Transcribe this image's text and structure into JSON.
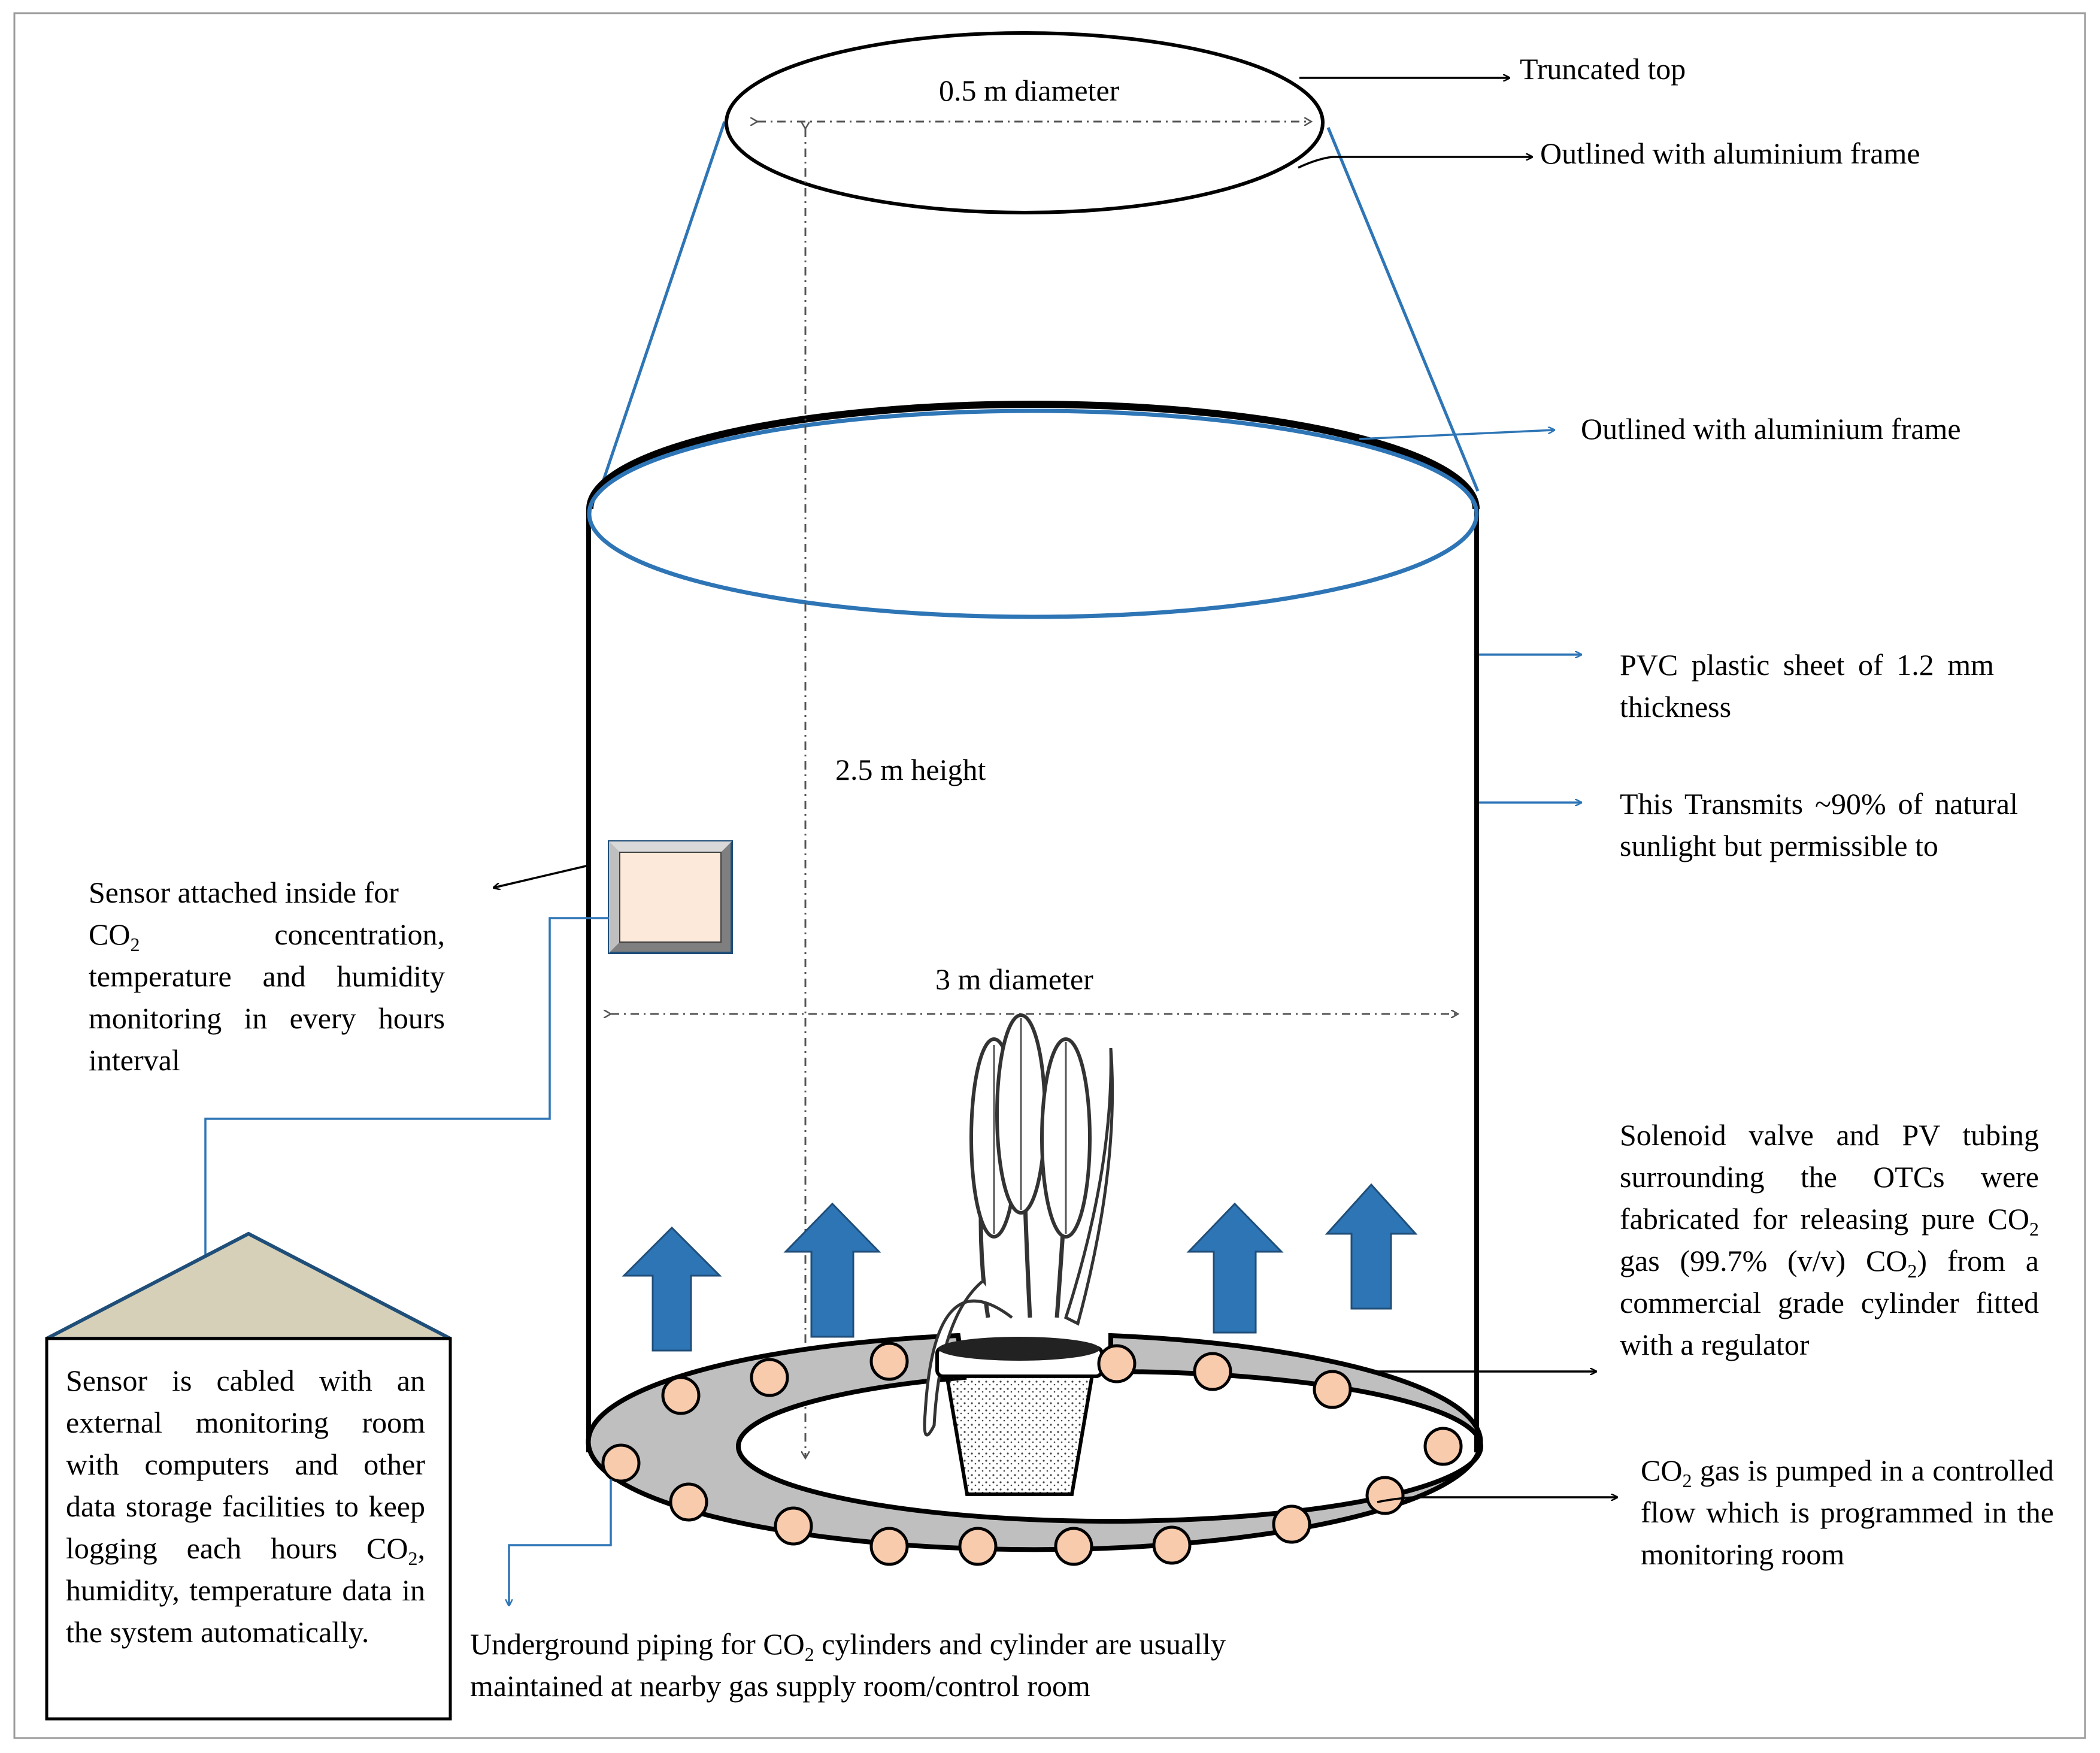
{
  "labels": {
    "top_diameter": "0.5 m diameter",
    "height": "2.5 m height",
    "base_diameter": "3 m diameter",
    "truncated_top": "Truncated top",
    "top_frame": "Outlined with aluminium frame",
    "ring_frame": "Outlined with aluminium frame"
  },
  "notes": {
    "pvc_sheet": "PVC plastic sheet of 1.2 mm thickness",
    "transmits": "This Transmits ~90% of natural sunlight but permissible to",
    "sensor_inside": {
      "line1": "Sensor attached inside for",
      "co": "CO",
      "sub": "2",
      "line2_rest": " concentration, temperature and humidity monitoring in every hours interval"
    },
    "sensor_cabled": {
      "part1": "Sensor is cabled with an external monitoring room with computers and other data storage facilities to keep logging each hours ",
      "co": "CO",
      "sub": "2",
      "part2": ", humidity, temperature data in the system automatically."
    },
    "solenoid": {
      "part1": "Solenoid valve and PV tubing surrounding the OTCs were fabricated for releasing pure ",
      "co": "CO",
      "sub": "2",
      "part2": " gas (99.7% (v/v) ",
      "co_b": "CO",
      "sub_b": "2",
      "part3": ") from a commercial grade cylinder fitted with a regulator"
    },
    "pumped": {
      "co": "CO",
      "sub": "2",
      "rest": " gas is pumped in a controlled flow which is programmed in the monitoring room"
    },
    "underground": {
      "part1": "Underground piping for ",
      "co": "CO",
      "sub": "2",
      "part2": " cylinders  and cylinder are usually",
      "line2": "maintained at nearby gas supply room/control room"
    }
  },
  "colors": {
    "blue_line": "#2e75b6",
    "arrow_fill": "#2e75b6",
    "arrow_edge": "#1f4e79",
    "ring_fill": "#bfbfbf",
    "nozzle_fill": "#f8cbad",
    "roof_fill": "#d6d0b8",
    "sensor_fill": "#fde9d9"
  }
}
